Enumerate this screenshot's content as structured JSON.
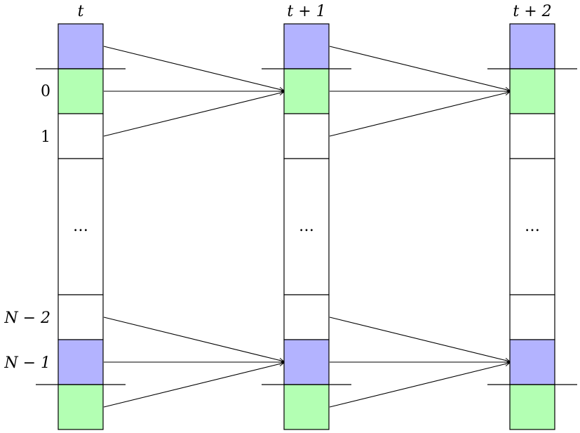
{
  "columns": [
    {
      "label": "t"
    },
    {
      "label": "t + 1"
    },
    {
      "label": "t + 2"
    }
  ],
  "row_labels": [
    "0",
    "1",
    "N − 2",
    "N − 1"
  ],
  "ellipsis": "…",
  "colors": {
    "halo_blue": "#b3b3ff",
    "core_green": "#b3ffb3",
    "interior_white": "#ffffff",
    "stroke": "#000000"
  },
  "cells": [
    "blue",
    "green",
    "white",
    "white",
    "white",
    "blue",
    "green"
  ]
}
